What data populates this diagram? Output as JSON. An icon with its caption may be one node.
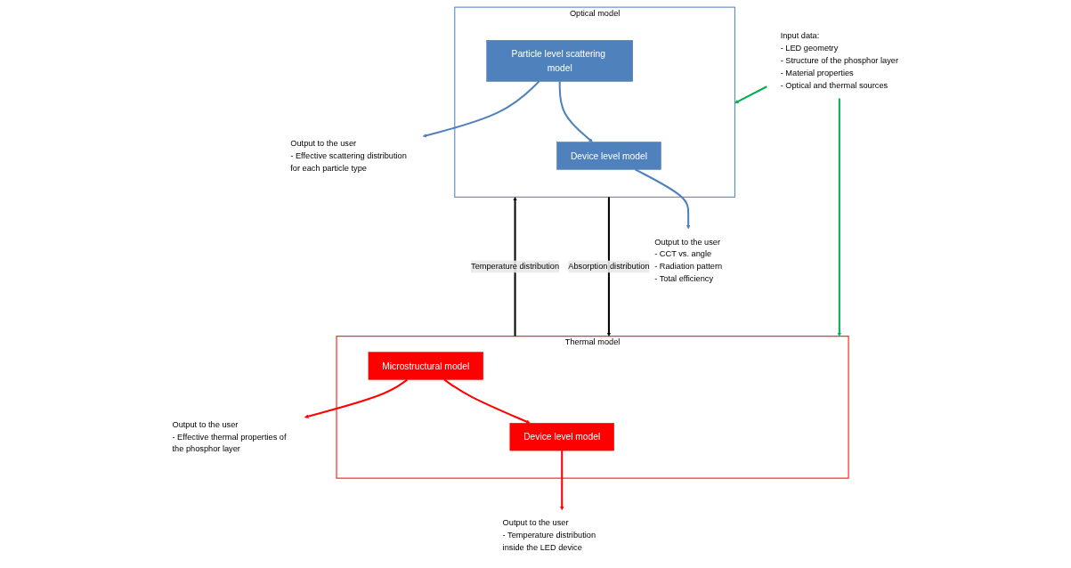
{
  "diagram": {
    "nodes": [
      {
        "text": [
          "Input data:",
          "- LED geometry",
          "- Structure of the phosphor layer",
          "- Material properties",
          "- Optical and thermal sources"
        ]
      },
      {
        "text": [
          "Optical model"
        ]
      },
      {
        "text": [
          "Device level model"
        ],
        "in": 1
      },
      {
        "text": [
          "Particle level scattering model"
        ],
        "in": 1
      },
      {
        "text": [
          "Thermal model"
        ]
      },
      {
        "text": [
          "Device level model"
        ],
        "in": 4
      },
      {
        "text": [
          "Microstructural model"
        ],
        "in": 4
      },
      {
        "text": [
          "Output to the user",
          "- CCT vs. angle",
          "- Radiation pattern",
          "- Total efficiency"
        ]
      },
      {
        "text": [
          "Output to the user",
          "- Effective scattering distribution for each particle type"
        ]
      },
      {
        "text": [
          "Output to the user",
          "- Temperature distribution inside the LED device"
        ]
      },
      {
        "text": [
          "Output to the user",
          "- Effective thermal properties of the phosphor layer"
        ]
      }
    ],
    "edges": [
      {
        "from": 0,
        "to": 1,
        "arrow": "to",
        "color": "#00b050"
      },
      {
        "from": 0,
        "to": 4,
        "arrow": "to",
        "color": "#00b050"
      },
      {
        "from": 3,
        "to": 2,
        "arrow": "to",
        "color": "#4f81bd"
      },
      {
        "from": 1,
        "to": 4,
        "arrow": "to",
        "label": "Absorption distribution",
        "color": "#000000"
      },
      {
        "from": 4,
        "to": 1,
        "arrow": "to",
        "label": "Temperature distribution",
        "color": "#000000"
      },
      {
        "from": 6,
        "to": 5,
        "arrow": "to",
        "color": "#ff0000"
      },
      {
        "from": 2,
        "to": 7,
        "arrow": "to",
        "color": "#4f81bd"
      },
      {
        "from": 3,
        "to": 8,
        "arrow": "to",
        "color": "#4f81bd"
      },
      {
        "from": 5,
        "to": 9,
        "arrow": "to",
        "color": "#ff0000"
      },
      {
        "from": 6,
        "to": 10,
        "arrow": "to",
        "color": "#ff0000"
      }
    ]
  }
}
